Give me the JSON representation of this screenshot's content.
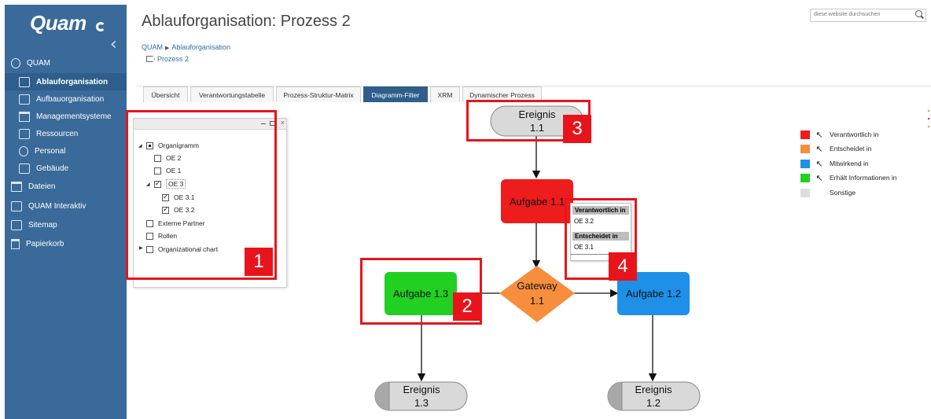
{
  "app": {
    "logo": "Quam",
    "collapse_glyph": "‹",
    "search_placeholder": "diese website durchsuchen"
  },
  "sidebar": {
    "items": [
      {
        "label": "QUAM",
        "icon": "quam-logo-icon",
        "level": "top"
      },
      {
        "label": "Ablauforganisation",
        "icon": "process-flow-icon",
        "level": "sub",
        "active": true
      },
      {
        "label": "Aufbauorganisation",
        "icon": "org-chart-icon",
        "level": "sub"
      },
      {
        "label": "Managementsysteme",
        "icon": "document-edit-icon",
        "level": "sub"
      },
      {
        "label": "Ressourcen",
        "icon": "resources-icon",
        "level": "sub"
      },
      {
        "label": "Personal",
        "icon": "people-icon",
        "level": "sub"
      },
      {
        "label": "Gebäude",
        "icon": "building-icon",
        "level": "sub"
      },
      {
        "label": "Dateien",
        "icon": "files-icon",
        "level": "top"
      },
      {
        "label": "QUAM Interaktiv",
        "icon": "interactive-icon",
        "level": "top"
      },
      {
        "label": "Sitemap",
        "icon": "sitemap-icon",
        "level": "top"
      },
      {
        "label": "Papierkorb",
        "icon": "trash-icon",
        "level": "top"
      }
    ]
  },
  "header": {
    "title": "Ablauforganisation: Prozess 2",
    "breadcrumb": [
      "QUAM",
      "Ablauforganisation"
    ],
    "breadcrumb_sub": "Prozess 2"
  },
  "tabs": [
    {
      "label": "Übersicht",
      "active": false
    },
    {
      "label": "Verantwortungstabelle",
      "active": false
    },
    {
      "label": "Prozess-Struktur-Matrix",
      "active": false
    },
    {
      "label": "Diagramm-Filter",
      "active": true
    },
    {
      "label": "XRM",
      "active": false
    },
    {
      "label": "Dynamischer Prozess",
      "active": false
    }
  ],
  "filter_panel": {
    "tree": [
      {
        "label": "Organigramm",
        "state": "partial",
        "expanded": true,
        "depth": 0
      },
      {
        "label": "OE 2",
        "state": "unchecked",
        "depth": 1
      },
      {
        "label": "OE 1",
        "state": "unchecked",
        "depth": 1
      },
      {
        "label": "OE 3",
        "state": "checked",
        "expanded": true,
        "depth": 1
      },
      {
        "label": "OE 3.1",
        "state": "checked",
        "depth": 2
      },
      {
        "label": "OE 3.2",
        "state": "checked",
        "depth": 2
      },
      {
        "label": "Externe Partner",
        "state": "unchecked",
        "depth": 0
      },
      {
        "label": "Rollen",
        "state": "unchecked",
        "depth": 0
      },
      {
        "label": "Organizational chart",
        "state": "unchecked",
        "collapsed": true,
        "depth": 0
      }
    ]
  },
  "legend": [
    {
      "label": "Verantwortlich in",
      "color": "#ee1c1c",
      "cursor": true
    },
    {
      "label": "Entscheidet in",
      "color": "#f78e3d",
      "cursor": true
    },
    {
      "label": "Mitwirkend in",
      "color": "#1e90e8",
      "cursor": true
    },
    {
      "label": "Erhält Informationen in",
      "color": "#22d022",
      "cursor": true
    },
    {
      "label": "Sonstige",
      "color": "#dddddd",
      "cursor": false
    }
  ],
  "diagram": {
    "event_top": {
      "line1": "Ereignis",
      "line2": "1.1"
    },
    "task_1_1": "Aufgabe 1.1",
    "gateway": {
      "line1": "Gateway",
      "line2": "1.1"
    },
    "task_1_2": "Aufgabe 1.2",
    "task_1_3": "Aufgabe 1.3",
    "event_left": {
      "line1": "Ereignis",
      "line2": "1.3"
    },
    "event_right": {
      "line1": "Ereignis",
      "line2": "1.2"
    },
    "colors": {
      "event": "#d9d9d9",
      "task_red": "#ee1c1c",
      "task_blue": "#1e90e8",
      "task_green": "#22d022",
      "gateway": "#f78e3d"
    }
  },
  "tooltip": {
    "h1": "Verantwortlich in",
    "v1": "OE 3.2",
    "h2": "Entscheidet in",
    "v2": "OE 3.1"
  },
  "callouts": [
    "1",
    "2",
    "3",
    "4"
  ]
}
